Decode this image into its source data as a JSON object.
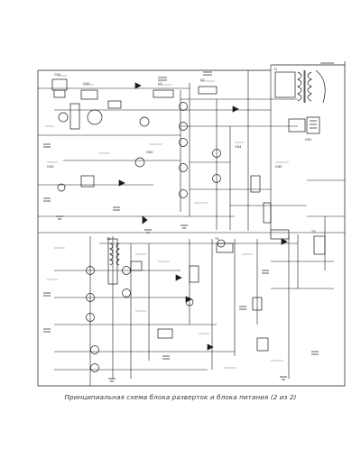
{
  "caption": "Принципиальная схема блока разверток и блока питания (2 из 2)",
  "diagram": {
    "nodes": [
      {
        "id": "ch1",
        "label": "CH1"
      },
      {
        "id": "ch2",
        "label": "CH2"
      },
      {
        "id": "v1",
        "label": "V1"
      },
      {
        "id": "v2",
        "label": "V2"
      },
      {
        "id": "t1",
        "label": "T1"
      },
      {
        "id": "cn1",
        "label": "CN1"
      },
      {
        "id": "cn2",
        "label": "CN2"
      },
      {
        "id": "cn3",
        "label": "CN3"
      },
      {
        "id": "cn4",
        "label": "CN4"
      },
      {
        "id": "cn5",
        "label": "CN5"
      },
      {
        "id": "t5",
        "label": "T5"
      },
      {
        "id": "t4",
        "label": "T4"
      },
      {
        "id": "t3",
        "label": "T3"
      }
    ]
  }
}
